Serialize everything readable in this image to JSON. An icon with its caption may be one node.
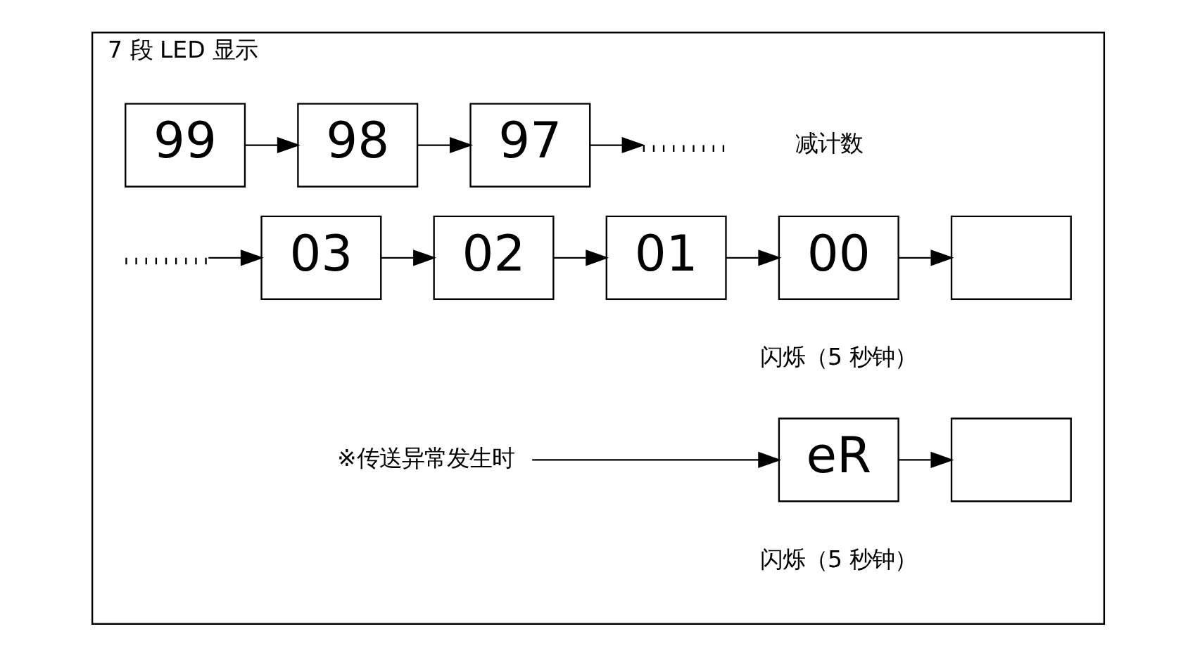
{
  "diagram": {
    "nodes": [
      {
        "text": [
          "7 段 LED 显示"
        ]
      },
      {
        "text": [
          "99"
        ],
        "in": 0
      },
      {
        "text": [
          "98"
        ],
        "in": 0
      },
      {
        "text": [
          "97"
        ],
        "in": 0
      },
      {
        "text": [],
        "shape": "dots",
        "beside": [
          "减计数"
        ],
        "in": 0
      },
      {
        "text": [],
        "shape": "dots",
        "in": 0
      },
      {
        "text": [
          "03"
        ],
        "in": 0
      },
      {
        "text": [
          "02"
        ],
        "in": 0
      },
      {
        "text": [
          "01"
        ],
        "in": 0
      },
      {
        "text": [
          "00"
        ],
        "beside": [
          "闪烁（5 秒钟）"
        ],
        "in": 0
      },
      {
        "text": [],
        "shape": "box",
        "in": 0
      },
      {
        "text": [
          "※传送异常发生时"
        ],
        "in": 0
      },
      {
        "text": [
          "eR"
        ],
        "beside": [
          "闪烁（5 秒钟）"
        ],
        "in": 0
      },
      {
        "text": [],
        "shape": "box",
        "in": 0
      }
    ],
    "edges": [
      {
        "from": 1,
        "to": 2,
        "arrow": "to"
      },
      {
        "from": 2,
        "to": 3,
        "arrow": "to"
      },
      {
        "from": 3,
        "to": 4,
        "arrow": "to"
      },
      {
        "from": 5,
        "to": 6,
        "arrow": "to"
      },
      {
        "from": 6,
        "to": 7,
        "arrow": "to"
      },
      {
        "from": 7,
        "to": 8,
        "arrow": "to"
      },
      {
        "from": 8,
        "to": 9,
        "arrow": "to"
      },
      {
        "from": 9,
        "to": 10,
        "arrow": "to"
      },
      {
        "from": 11,
        "to": 12,
        "arrow": "to"
      },
      {
        "from": 12,
        "to": 13,
        "arrow": "to"
      }
    ]
  }
}
